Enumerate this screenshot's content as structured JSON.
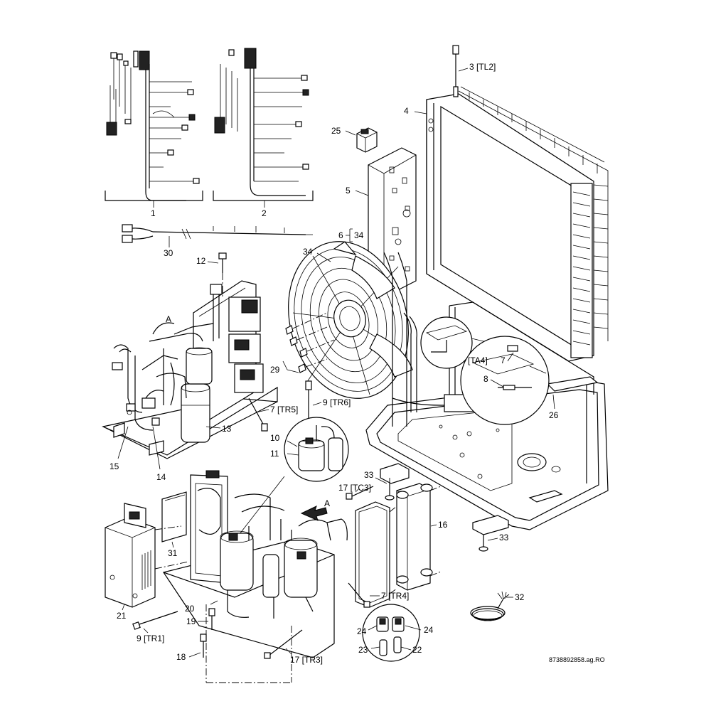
{
  "reference_code": "8738892858.ag.RO",
  "callouts": {
    "c1": "1",
    "c2": "2",
    "c3": "3 [TL2]",
    "c4": "4",
    "c5": "5",
    "c6": "6",
    "c6b": "34",
    "c7a": "7 [TR5]",
    "c7b": "7",
    "c7c": "7 [TR4]",
    "c8": "8",
    "c9a": "9 [TR6]",
    "c9b": "9 [TR1]",
    "c10": "10",
    "c11": "11",
    "c12": "12",
    "c13": "13",
    "c14": "14",
    "c15": "15",
    "c16": "16",
    "c17a": "17 [TC3]",
    "c17b": "17 [TR3]",
    "c18": "18",
    "c19": "19",
    "c20": "20",
    "c21": "21",
    "c22": "22",
    "c23": "23",
    "c24a": "24",
    "c24b": "24",
    "c25": "25",
    "c26": "26",
    "c29": "29",
    "c30": "30",
    "c31": "31",
    "c32": "32",
    "c33a": "33",
    "c33b": "33",
    "c34": "34",
    "cTA4": "[TA4]",
    "cA1": "A",
    "cA2": "A"
  }
}
